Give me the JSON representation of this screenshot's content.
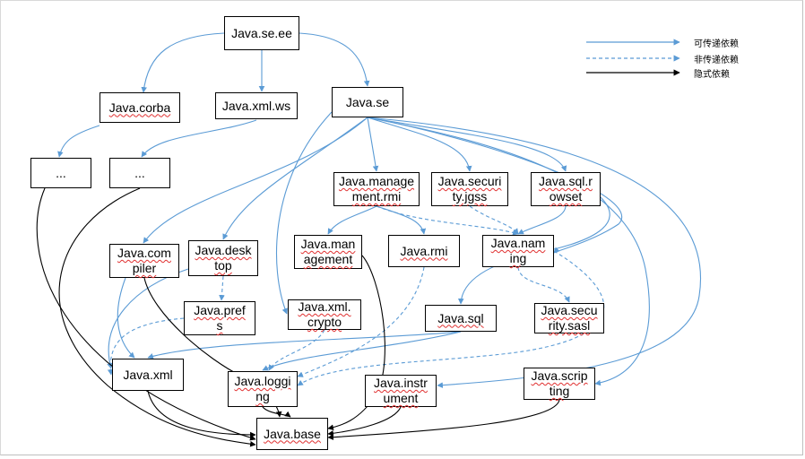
{
  "nodes": [
    {
      "id": "se_ee",
      "label": "Java.se.ee",
      "plain": true
    },
    {
      "id": "corba",
      "label": "Java.corba"
    },
    {
      "id": "xml_ws",
      "label": "Java.xml.ws",
      "plain": true
    },
    {
      "id": "se",
      "label": "Java.se",
      "plain": true
    },
    {
      "id": "dots1",
      "label": "...",
      "plain": true
    },
    {
      "id": "dots2",
      "label": "...",
      "plain": true
    },
    {
      "id": "mgmt_rmi",
      "label": "Java.manage\nment.rmi"
    },
    {
      "id": "sec_jgss",
      "label": "Java.securi\nty.jgss"
    },
    {
      "id": "sql_rowset",
      "label": "Java.sql.r\nowset"
    },
    {
      "id": "compiler",
      "label": "Java.com\npiler"
    },
    {
      "id": "desktop",
      "label": "Java.desk\ntop"
    },
    {
      "id": "management",
      "label": "Java.man\nagement"
    },
    {
      "id": "rmi",
      "label": "Java.rmi"
    },
    {
      "id": "naming",
      "label": "Java.nam\ning"
    },
    {
      "id": "prefs",
      "label": "Java.pref\ns"
    },
    {
      "id": "xml_crypto",
      "label": "Java.xml.\ncrypto"
    },
    {
      "id": "sql",
      "label": "Java.sql"
    },
    {
      "id": "sec_sasl",
      "label": "Java.secu\nrity.sasl"
    },
    {
      "id": "xml",
      "label": "Java.xml",
      "plain": true
    },
    {
      "id": "logging",
      "label": "Java.loggi\nng"
    },
    {
      "id": "instrument",
      "label": "Java.instr\nument"
    },
    {
      "id": "scripting",
      "label": "Java.scrip\nting"
    },
    {
      "id": "base",
      "label": "Java.base"
    }
  ],
  "legend": [
    {
      "kind": "transitive",
      "label": "可传递依赖",
      "color": "#5b9bd5"
    },
    {
      "kind": "non-transitive",
      "label": "非传递依赖",
      "color": "#5b9bd5"
    },
    {
      "kind": "implicit",
      "label": "隐式依赖",
      "color": "#000000"
    }
  ],
  "edges": [
    {
      "from": "se_ee",
      "to": "corba",
      "kind": "transitive"
    },
    {
      "from": "se_ee",
      "to": "xml_ws",
      "kind": "transitive"
    },
    {
      "from": "se_ee",
      "to": "se",
      "kind": "transitive"
    },
    {
      "from": "corba",
      "to": "dots1",
      "kind": "transitive"
    },
    {
      "from": "xml_ws",
      "to": "dots2",
      "kind": "transitive"
    },
    {
      "from": "se",
      "to": "mgmt_rmi",
      "kind": "transitive"
    },
    {
      "from": "se",
      "to": "sec_jgss",
      "kind": "transitive"
    },
    {
      "from": "se",
      "to": "sql_rowset",
      "kind": "transitive"
    },
    {
      "from": "se",
      "to": "compiler",
      "kind": "transitive"
    },
    {
      "from": "se",
      "to": "desktop",
      "kind": "transitive"
    },
    {
      "from": "se",
      "to": "xml_crypto",
      "kind": "transitive"
    },
    {
      "from": "se",
      "to": "scripting",
      "kind": "transitive"
    },
    {
      "from": "se",
      "to": "instrument",
      "kind": "transitive"
    },
    {
      "from": "se",
      "to": "naming",
      "kind": "transitive"
    },
    {
      "from": "mgmt_rmi",
      "to": "management",
      "kind": "transitive"
    },
    {
      "from": "mgmt_rmi",
      "to": "rmi",
      "kind": "transitive"
    },
    {
      "from": "mgmt_rmi",
      "to": "naming",
      "kind": "non-transitive"
    },
    {
      "from": "sec_jgss",
      "to": "naming",
      "kind": "non-transitive"
    },
    {
      "from": "sql_rowset",
      "to": "naming",
      "kind": "transitive"
    },
    {
      "from": "sql_rowset",
      "to": "sql",
      "kind": "transitive"
    },
    {
      "from": "naming",
      "to": "sec_sasl",
      "kind": "non-transitive"
    },
    {
      "from": "desktop",
      "to": "prefs",
      "kind": "non-transitive"
    },
    {
      "from": "desktop",
      "to": "xml",
      "kind": "transitive"
    },
    {
      "from": "prefs",
      "to": "xml",
      "kind": "non-transitive"
    },
    {
      "from": "compiler",
      "to": "xml",
      "kind": "transitive"
    },
    {
      "from": "sql",
      "to": "xml",
      "kind": "transitive"
    },
    {
      "from": "sql",
      "to": "logging",
      "kind": "transitive"
    },
    {
      "from": "xml_crypto",
      "to": "logging",
      "kind": "non-transitive"
    },
    {
      "from": "rmi",
      "to": "logging",
      "kind": "non-transitive"
    },
    {
      "from": "naming",
      "to": "logging",
      "kind": "non-transitive"
    },
    {
      "from": "dots1",
      "to": "base",
      "kind": "implicit"
    },
    {
      "from": "dots2",
      "to": "base",
      "kind": "implicit"
    },
    {
      "from": "compiler",
      "to": "base",
      "kind": "implicit"
    },
    {
      "from": "xml",
      "to": "base",
      "kind": "implicit"
    },
    {
      "from": "logging",
      "to": "base",
      "kind": "implicit"
    },
    {
      "from": "management",
      "to": "base",
      "kind": "implicit"
    },
    {
      "from": "instrument",
      "to": "base",
      "kind": "implicit"
    },
    {
      "from": "scripting",
      "to": "base",
      "kind": "implicit"
    }
  ]
}
